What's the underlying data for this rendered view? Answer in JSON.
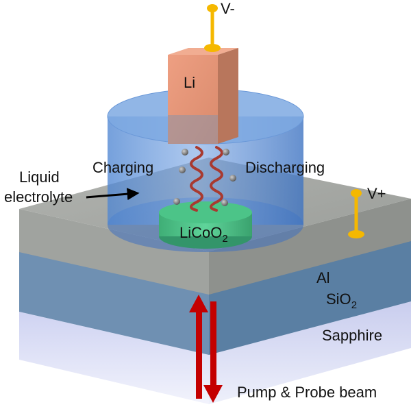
{
  "labels": {
    "v_minus": "V-",
    "v_plus": "V+",
    "li": "Li",
    "charging": "Charging",
    "discharging": "Discharging",
    "liquid": "Liquid",
    "electrolyte": "electrolyte",
    "licoo2_main": "LiCoO",
    "licoo2_sub": "2",
    "al": "Al",
    "sio2_main": "SiO",
    "sio2_sub": "2",
    "sapphire": "Sapphire",
    "beam": "Pump & Probe beam"
  },
  "colors": {
    "electrode_wire": "#f5b800",
    "li_block": "#e6977a",
    "electrolyte": "#5b8fd8",
    "licoo2": "#4fc28a",
    "al_layer": "#a3a6a2",
    "sio2_layer": "#5f84a8",
    "sapphire": "#d9dcf5",
    "beam_arrows": "#c40000",
    "ion_wave": "#a83a30",
    "ions": "#8a8a8a"
  }
}
